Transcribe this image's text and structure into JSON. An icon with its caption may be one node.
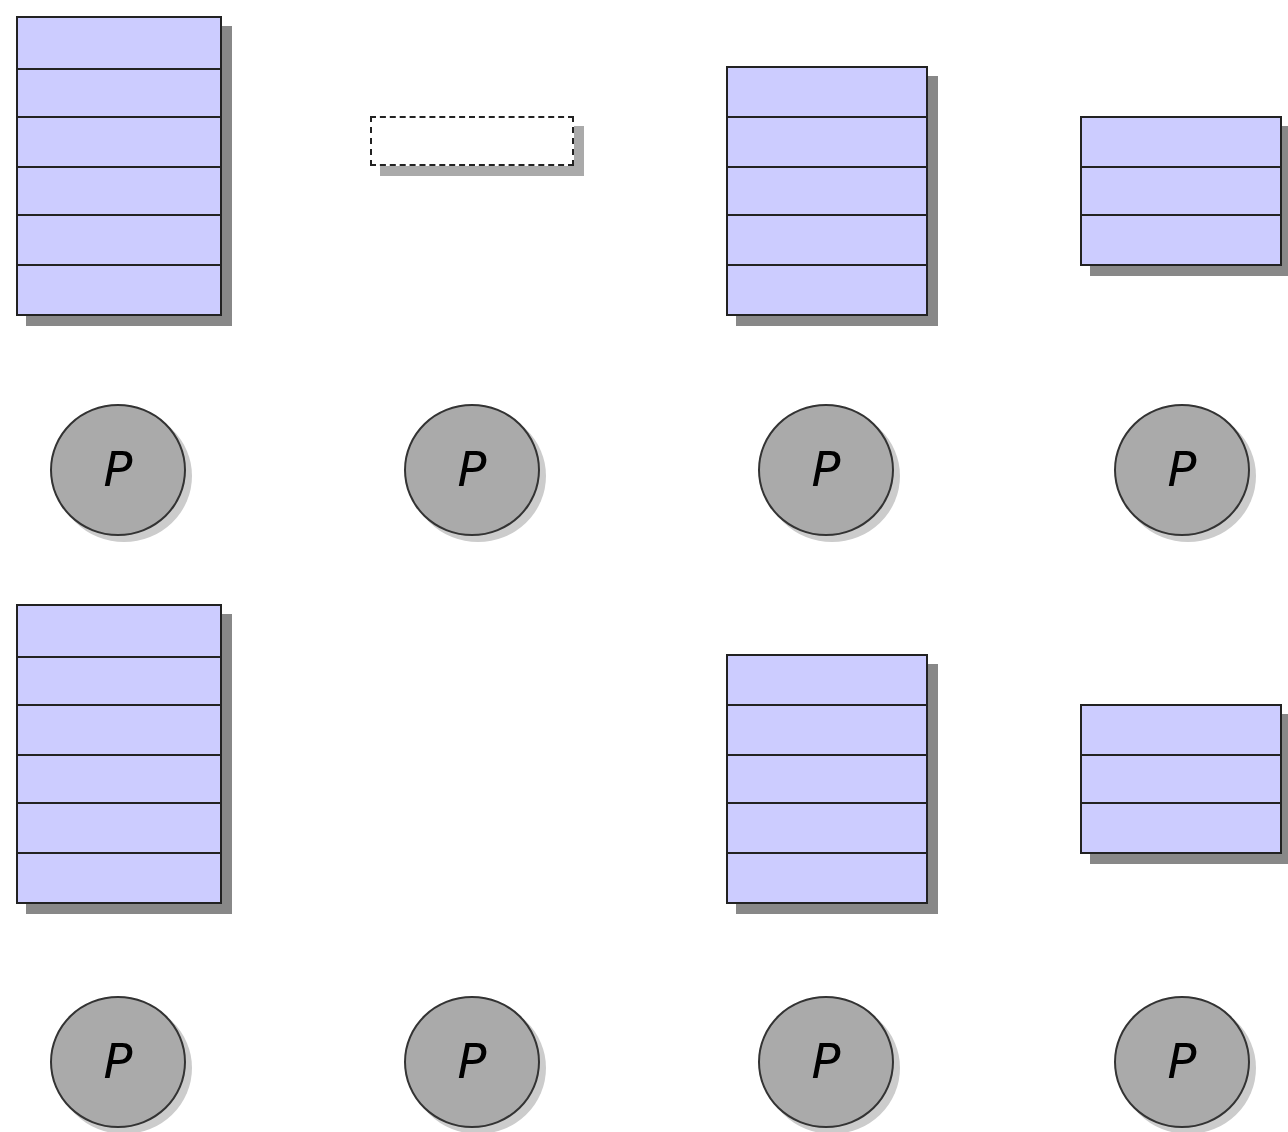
{
  "diagram": {
    "nodes": [
      {
        "text": [],
        "shape": "box"
      },
      {
        "text": [],
        "shape": "box"
      },
      {
        "text": [],
        "shape": "box"
      },
      {
        "text": [],
        "shape": "box"
      },
      {
        "text": [
          "P"
        ]
      },
      {
        "text": [
          "P"
        ]
      },
      {
        "text": [
          "P"
        ]
      },
      {
        "text": [
          "P"
        ]
      },
      {
        "text": [],
        "shape": "box"
      },
      {
        "text": [],
        "shape": "box"
      },
      {
        "text": [],
        "shape": "box"
      },
      {
        "text": [
          "P"
        ]
      },
      {
        "text": [
          "P"
        ]
      },
      {
        "text": [
          "P"
        ]
      },
      {
        "text": [
          "P"
        ]
      }
    ]
  }
}
